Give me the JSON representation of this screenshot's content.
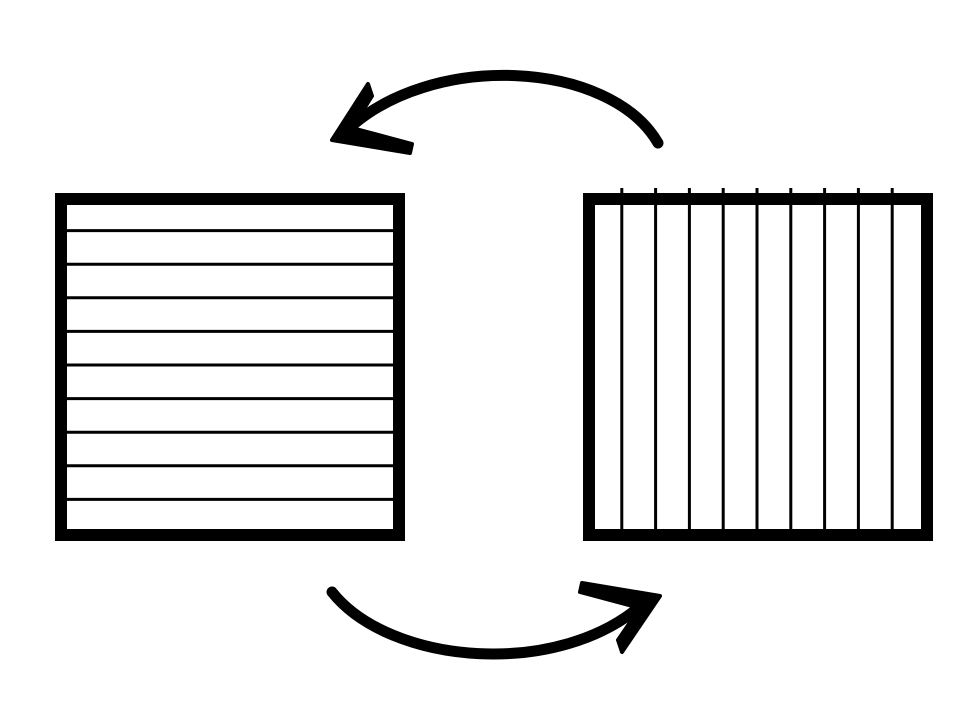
{
  "diagram": {
    "stroke_color": "#000000",
    "background": "#ffffff",
    "left_square": {
      "line_orientation": "horizontal",
      "line_count": 9
    },
    "right_square": {
      "line_orientation": "vertical",
      "line_count": 9
    },
    "top_arrow": {
      "direction": "right-to-left"
    },
    "bottom_arrow": {
      "direction": "left-to-right"
    }
  }
}
